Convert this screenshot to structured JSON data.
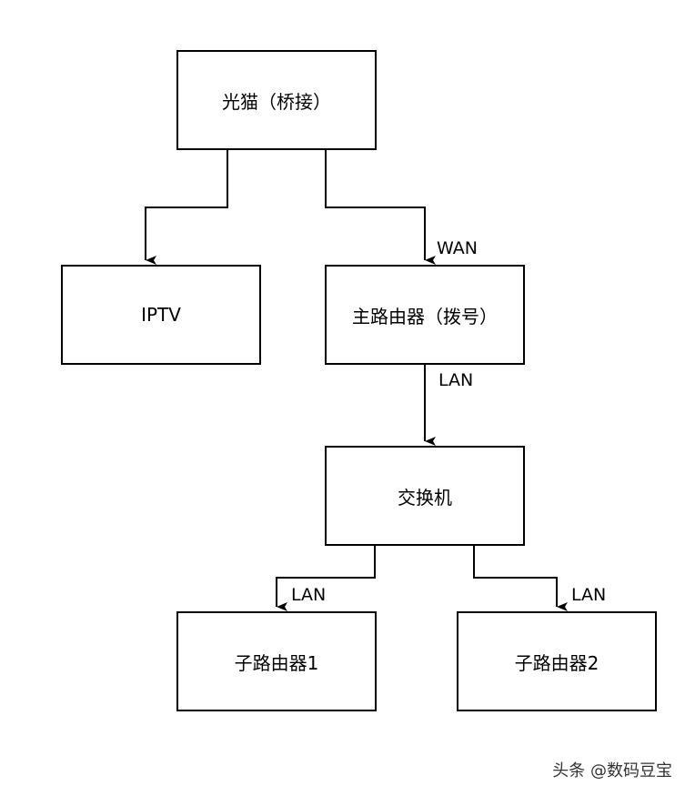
{
  "nodes": {
    "modem": "光猫（桥接）",
    "iptv": "IPTV",
    "main_router": "主路由器（拨号）",
    "switch": "交换机",
    "sub_router_1": "子路由器1",
    "sub_router_2": "子路由器2"
  },
  "edge_labels": {
    "modem_to_main": "WAN",
    "main_to_switch": "LAN",
    "switch_to_sub1": "LAN",
    "switch_to_sub2": "LAN"
  },
  "watermark": "头条 @数码豆宝"
}
